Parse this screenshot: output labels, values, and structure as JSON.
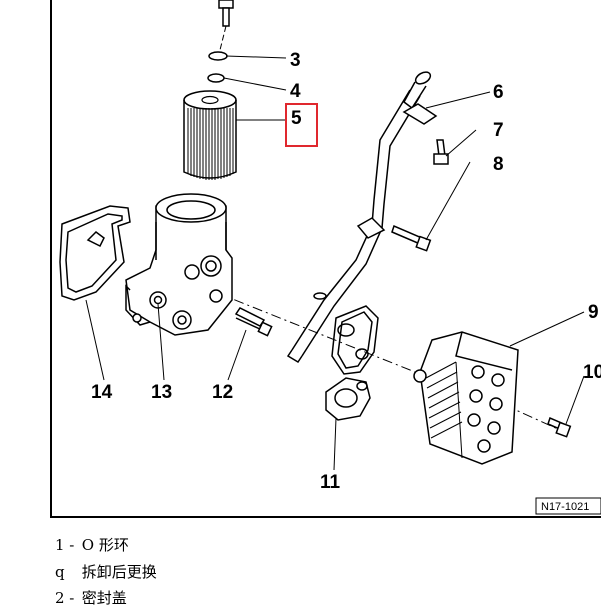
{
  "diagram": {
    "callouts": [
      "3",
      "4",
      "5",
      "6",
      "7",
      "8",
      "9",
      "10",
      "11",
      "12",
      "13",
      "14"
    ],
    "reference_code": "N17-1021",
    "highlight_color": "#e0282e"
  },
  "legend": {
    "items": [
      {
        "bullet": "1 -",
        "text": "O 形环"
      },
      {
        "bullet": "q",
        "text": "拆卸后更换"
      },
      {
        "bullet": "2 -",
        "text": "密封盖"
      }
    ]
  }
}
